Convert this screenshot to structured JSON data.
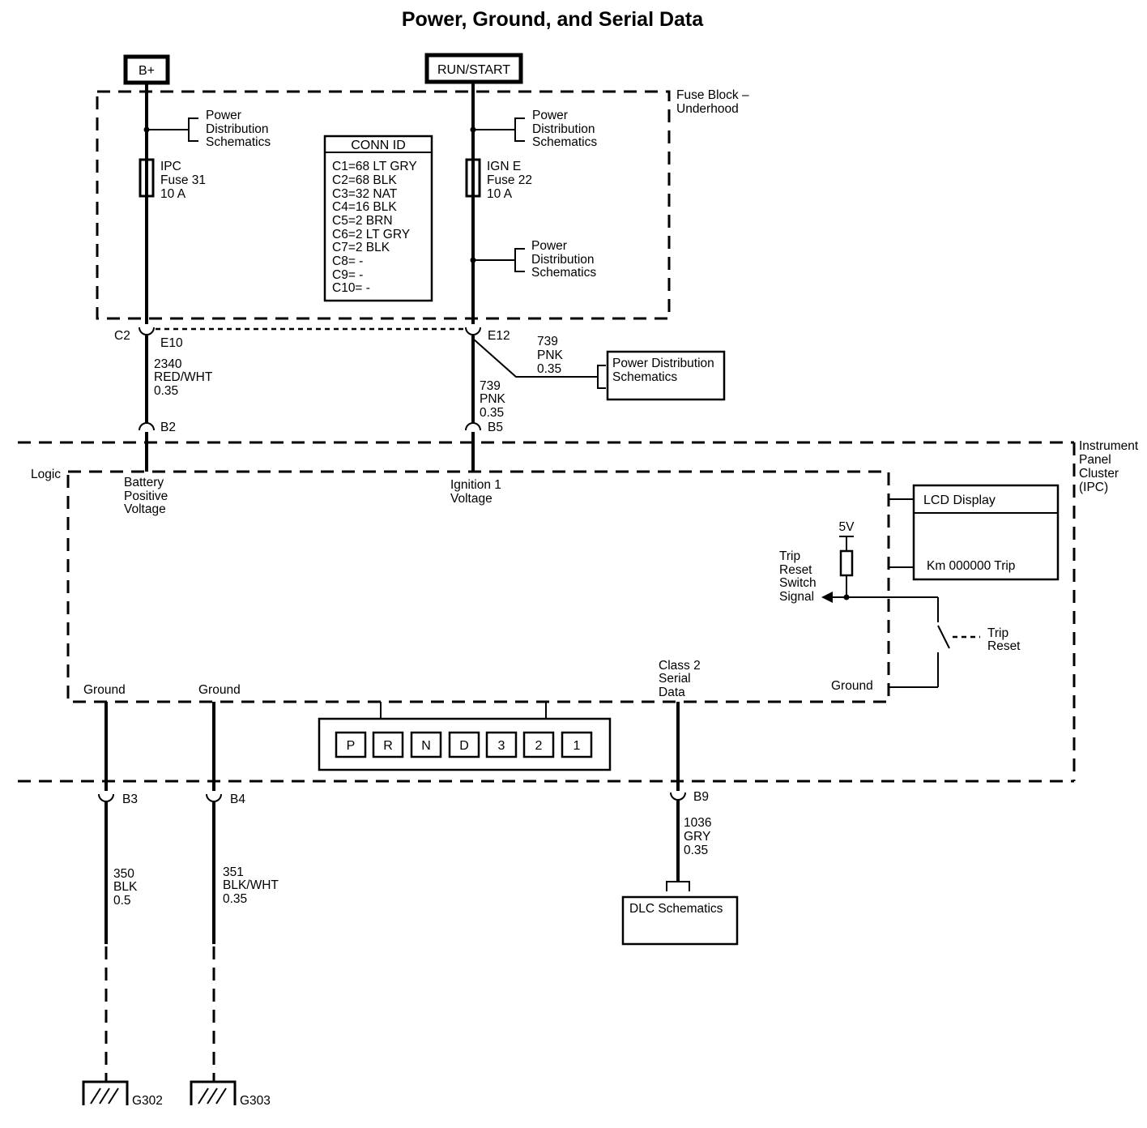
{
  "title": "Power, Ground, and Serial Data",
  "sources": {
    "batt": "B+",
    "run": "RUN/START"
  },
  "fuse_block": {
    "name": [
      "Fuse Block –",
      "Underhood"
    ],
    "pds": [
      "Power",
      "Distribution",
      "Schematics"
    ],
    "fuse1": [
      "IPC",
      "Fuse 31",
      "10 A"
    ],
    "fuse2": [
      "IGN E",
      "Fuse 22",
      "10 A"
    ]
  },
  "conn_id": {
    "title": "CONN ID",
    "rows": [
      "C1=68 LT GRY",
      "C2=68 BLK",
      "C3=32 NAT",
      "C4=16 BLK",
      "C5=2 BRN",
      "C6=2 LT GRY",
      "C7=2 BLK",
      "C8= -",
      "C9= -",
      "C10= -"
    ]
  },
  "connectors": {
    "c2": "C2",
    "e10": "E10",
    "e12": "E12",
    "b2": "B2",
    "b5": "B5",
    "b3": "B3",
    "b4": "B4",
    "b9": "B9"
  },
  "wires": {
    "w2340": [
      "2340",
      "RED/WHT",
      "0.35"
    ],
    "w739a": [
      "739",
      "PNK",
      "0.35"
    ],
    "w739b": [
      "739",
      "PNK",
      "0.35"
    ],
    "w350": [
      "350",
      "BLK",
      "0.5"
    ],
    "w351": [
      "351",
      "BLK/WHT",
      "0.35"
    ],
    "w1036": [
      "1036",
      "GRY",
      "0.35"
    ]
  },
  "pds_box": [
    "Power Distribution",
    "Schematics"
  ],
  "ipc": {
    "name": [
      "Instrument",
      "Panel",
      "Cluster",
      "(IPC)"
    ],
    "logic": "Logic",
    "batt_pos": [
      "Battery",
      "Positive",
      "Voltage"
    ],
    "ign": [
      "Ignition 1",
      "Voltage"
    ],
    "lcd_title": "LCD Display",
    "lcd_text": "Km 000000 Trip",
    "five_v": "5V",
    "trip_signal": [
      "Trip",
      "Reset",
      "Switch",
      "Signal"
    ],
    "trip_reset": [
      "Trip",
      "Reset"
    ],
    "ground1": "Ground",
    "ground2": "Ground",
    "ground3": "Ground",
    "class2": [
      "Class 2",
      "Serial",
      "Data"
    ],
    "prndl": [
      "P",
      "R",
      "N",
      "D",
      "3",
      "2",
      "1"
    ]
  },
  "dlc": "DLC Schematics",
  "grounds": {
    "g302": "G302",
    "g303": "G303"
  }
}
